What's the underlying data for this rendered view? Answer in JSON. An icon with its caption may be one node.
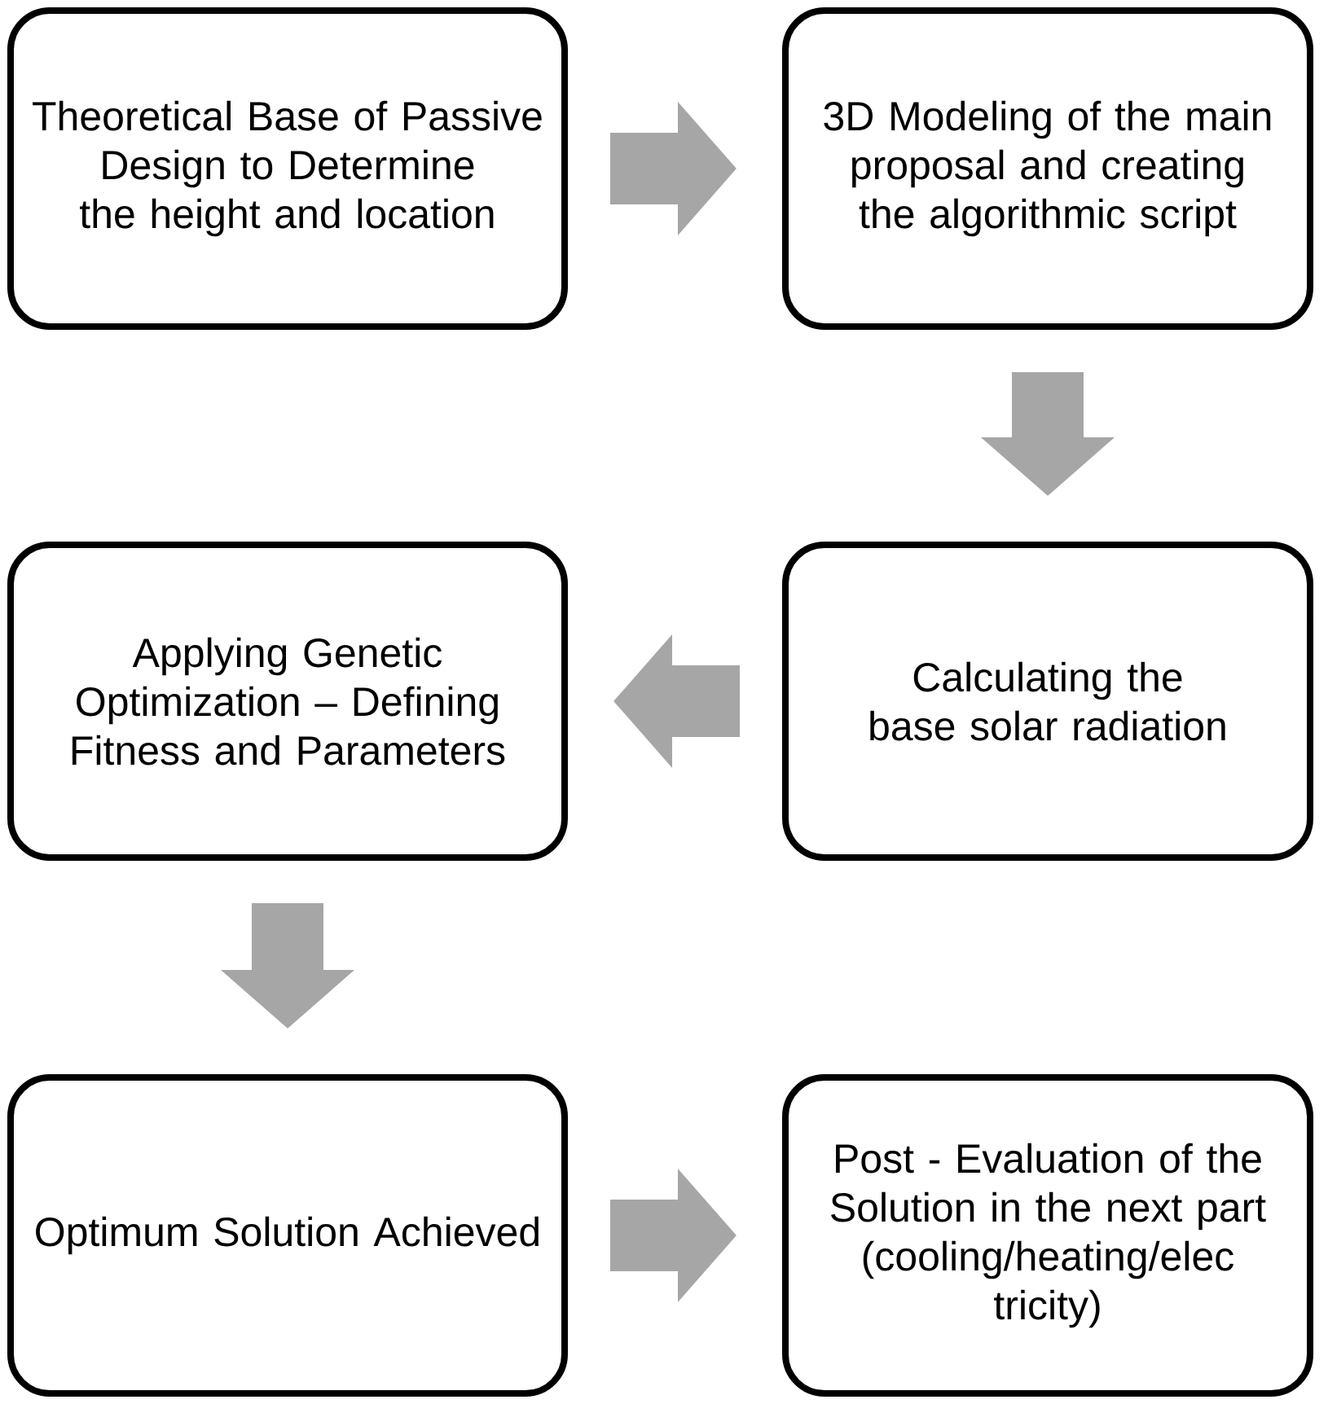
{
  "diagram": {
    "nodes": [
      {
        "text": [
          "Theoretical Base of Passive Design to Determine the height and location"
        ]
      },
      {
        "text": [
          "3D Modeling of the main proposal and creating the algorithmic script"
        ]
      },
      {
        "text": [
          "Applying Genetic Optimization – Defining Fitness and Parameters"
        ]
      },
      {
        "text": [
          "Calculating the base solar radiation"
        ]
      },
      {
        "text": [
          "Optimum Solution Achieved"
        ]
      },
      {
        "text": [
          "Post - Evaluation of the Solution in the next part (cooling/heating/elec tricity)"
        ]
      }
    ],
    "edges": [
      {
        "from": 0,
        "to": 1,
        "arrow": "to"
      },
      {
        "from": 1,
        "to": 3,
        "arrow": "to"
      },
      {
        "from": 3,
        "to": 2,
        "arrow": "to"
      },
      {
        "from": 2,
        "to": 4,
        "arrow": "to"
      },
      {
        "from": 4,
        "to": 5,
        "arrow": "to"
      }
    ]
  }
}
